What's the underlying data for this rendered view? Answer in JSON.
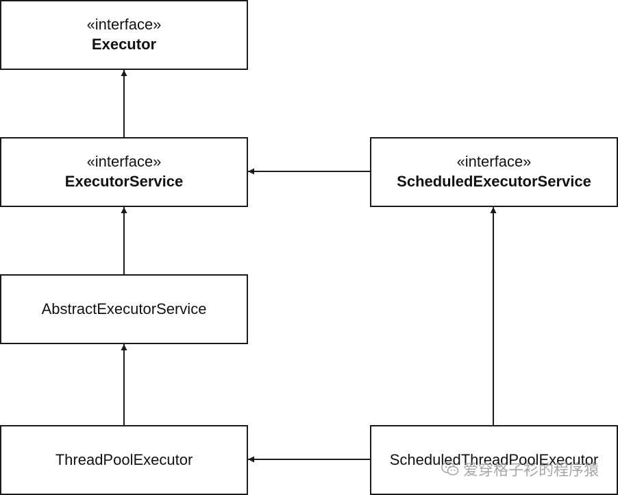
{
  "boxes": {
    "executor": {
      "stereotype": "«interface»",
      "name": "Executor"
    },
    "executor_service": {
      "stereotype": "«interface»",
      "name": "ExecutorService"
    },
    "scheduled_executor_service": {
      "stereotype": "«interface»",
      "name": "ScheduledExecutorService"
    },
    "abstract_executor_service": {
      "name": "AbstractExecutorService"
    },
    "thread_pool_executor": {
      "name": "ThreadPoolExecutor"
    },
    "scheduled_thread_pool_executor": {
      "name": "ScheduledThreadPoolExecutor"
    }
  },
  "relations": [
    {
      "from": "ExecutorService",
      "to": "Executor"
    },
    {
      "from": "ScheduledExecutorService",
      "to": "ExecutorService"
    },
    {
      "from": "AbstractExecutorService",
      "to": "ExecutorService"
    },
    {
      "from": "ThreadPoolExecutor",
      "to": "AbstractExecutorService"
    },
    {
      "from": "ScheduledThreadPoolExecutor",
      "to": "ThreadPoolExecutor"
    },
    {
      "from": "ScheduledThreadPoolExecutor",
      "to": "ScheduledExecutorService"
    }
  ],
  "watermark": {
    "text": "爱穿格子衫的程序猿",
    "icon": "wechat-icon"
  },
  "colors": {
    "line": "#1a1a1a",
    "background": "#ffffff"
  }
}
